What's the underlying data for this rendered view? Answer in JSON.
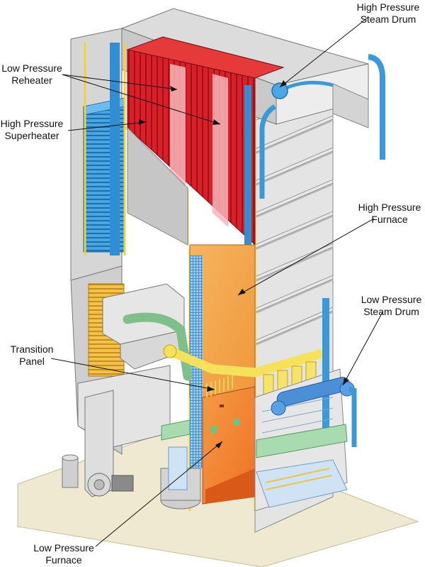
{
  "diagram": {
    "labels": {
      "hp_steam_drum": {
        "line1": "High Pressure",
        "line2": "Steam Drum"
      },
      "lp_reheater": {
        "line1": "Low Pressure",
        "line2": "Reheater"
      },
      "hp_superheater": {
        "line1": "High Pressure",
        "line2": "Superheater"
      },
      "hp_furnace": {
        "line1": "High Pressure",
        "line2": "Furnace"
      },
      "lp_steam_drum": {
        "line1": "Low Pressure",
        "line2": "Steam Drum"
      },
      "transition_panel": {
        "line1": "Transition",
        "line2": "Panel"
      },
      "lp_furnace": {
        "line1": "Low Pressure",
        "line2": "Furnace"
      }
    },
    "colors": {
      "reheater": "#d9202a",
      "superheater": "#3a9ad9",
      "hp_furnace": "#f2a94e",
      "lp_furnace": "#f07f2e",
      "yellow_piping": "#f5e25a",
      "green_duct": "#7fbf8a",
      "casing": "#e2e2e2",
      "ground": "#efe9d2"
    }
  }
}
